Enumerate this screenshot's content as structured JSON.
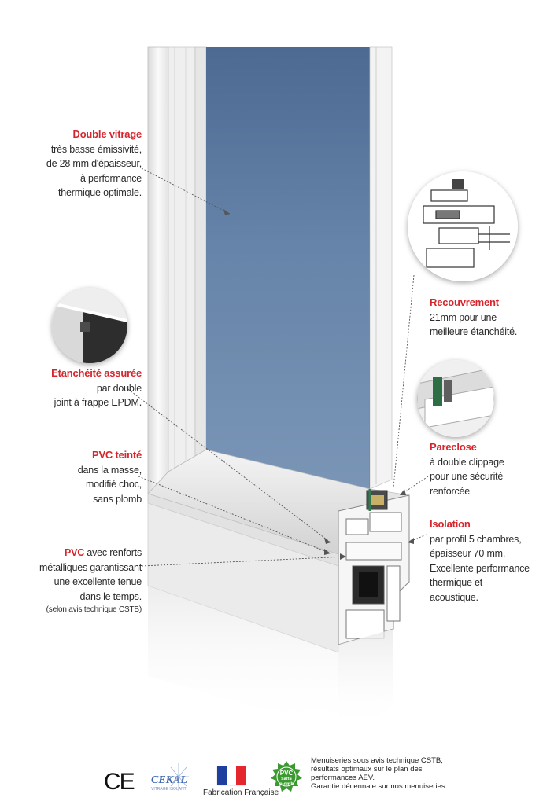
{
  "labels": {
    "double_vitrage": {
      "title": "Double vitrage",
      "lines": [
        "très basse émissivité,",
        "de 28 mm d'épaisseur,",
        "à performance",
        "thermique optimale."
      ]
    },
    "etancheite": {
      "title": "Etanchéité assurée",
      "lines": [
        "par double",
        "joint à frappe EPDM."
      ]
    },
    "pvc_teinte": {
      "title": "PVC teinté",
      "lines": [
        "dans la masse,",
        "modifié choc,",
        "sans plomb"
      ]
    },
    "pvc_renforts": {
      "title": "PVC",
      "title_rest": " avec renforts",
      "lines": [
        "métalliques garantissant",
        "une excellente tenue",
        "dans le temps."
      ],
      "note": "(selon avis technique CSTB)"
    },
    "recouvrement": {
      "title": "Recouvrement",
      "lines": [
        "21mm pour une",
        "meilleure étanchéité."
      ]
    },
    "pareclose": {
      "title": "Pareclose",
      "lines": [
        "à double clippage",
        "pour une sécurité",
        "renforcée"
      ]
    },
    "isolation": {
      "title": "Isolation",
      "lines": [
        "par profil 5 chambres,",
        "épaisseur 70 mm.",
        "Excellente performance",
        "thermique et",
        "acoustique."
      ]
    }
  },
  "footer": {
    "ce_mark": "CE",
    "cekal": "CEKAL",
    "cekal_sub": "VITRAGE ISOLANT",
    "flag_colors": [
      "#1d3fa0",
      "#ffffff",
      "#e4262d"
    ],
    "fabrication": "Fabrication Française",
    "pvc_badge": {
      "line1": "PVC",
      "line2": "sans",
      "line3": "plomb",
      "color": "#3a9a2f"
    },
    "note_lines": [
      "Menuiseries sous avis technique CSTB,",
      "résultats optimaux sur le plan des",
      "performances AEV.",
      "Garantie décennale sur nos menuiseries."
    ]
  },
  "colors": {
    "accent": "#d6262d",
    "glass": "#5f7ea3",
    "frame": "#f2f2f2"
  }
}
